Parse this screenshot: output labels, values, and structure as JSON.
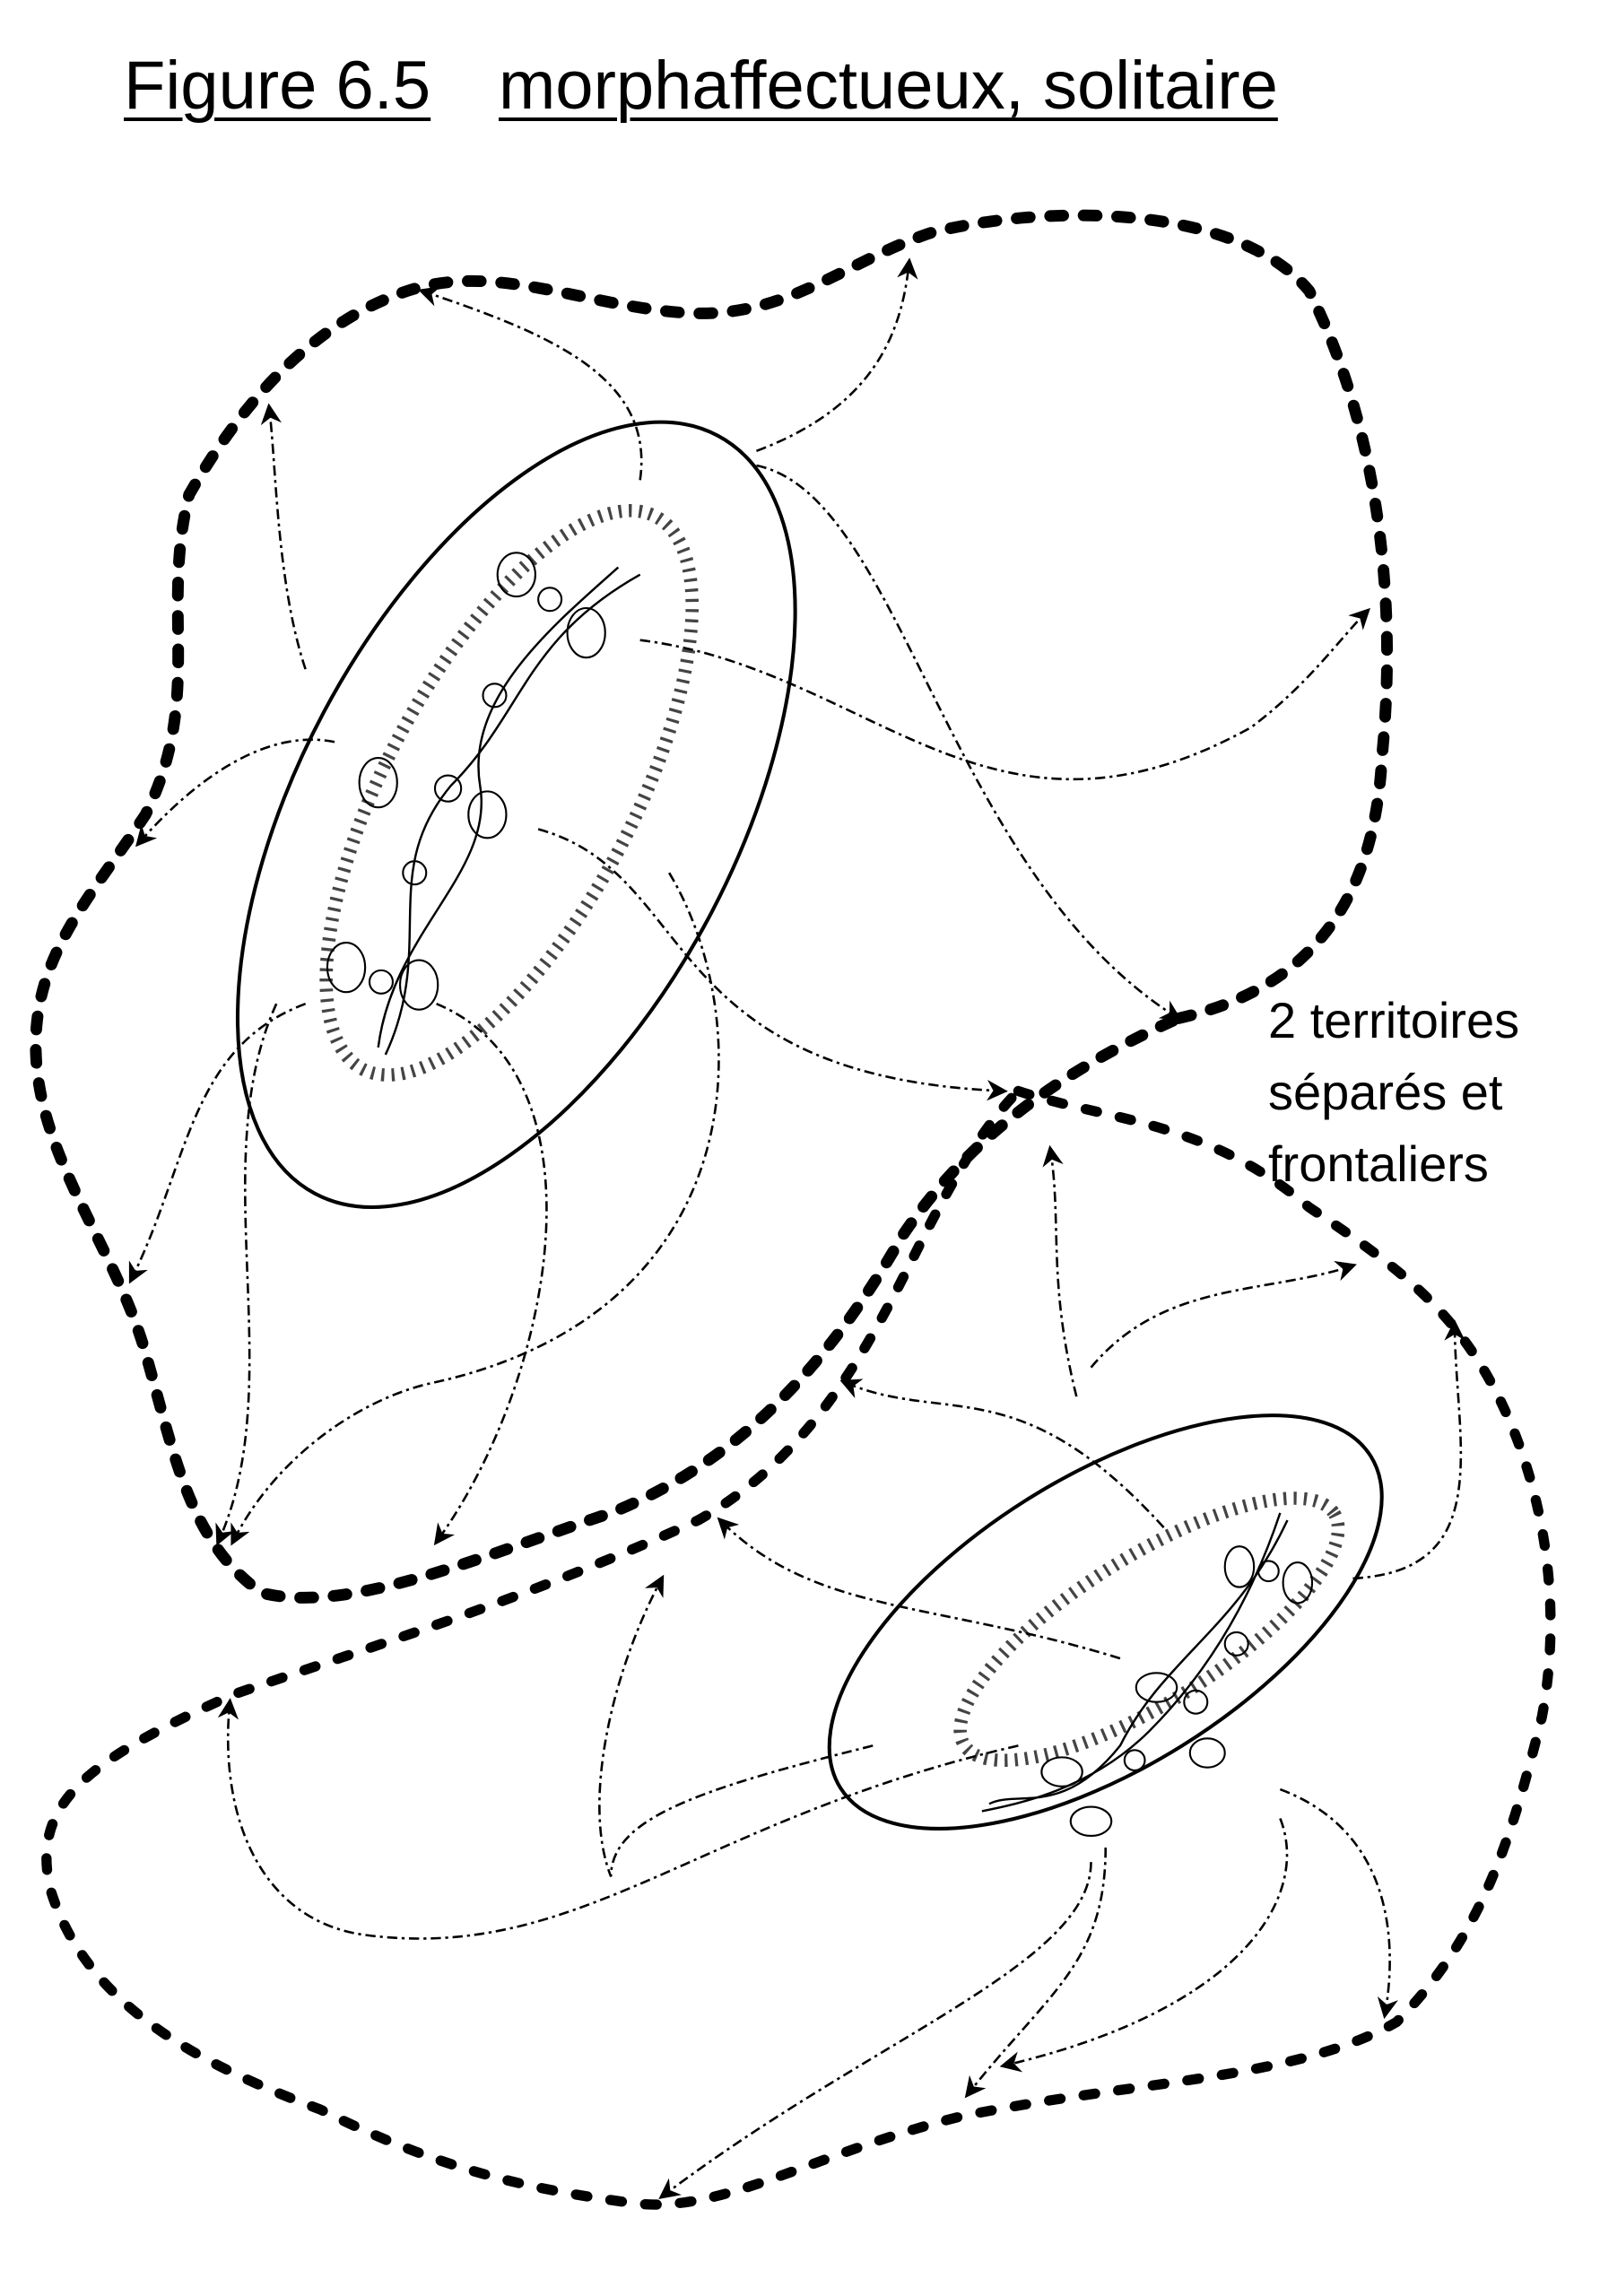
{
  "title": {
    "figure_number": "Figure 6.5",
    "caption": "morphaffectueux, solitaire"
  },
  "annotation": {
    "lines": [
      "2 territoires",
      "séparés et",
      "frontaliers"
    ]
  },
  "diagram": {
    "territories": 2,
    "ink_color": "#000000",
    "background": "#ffffff"
  }
}
